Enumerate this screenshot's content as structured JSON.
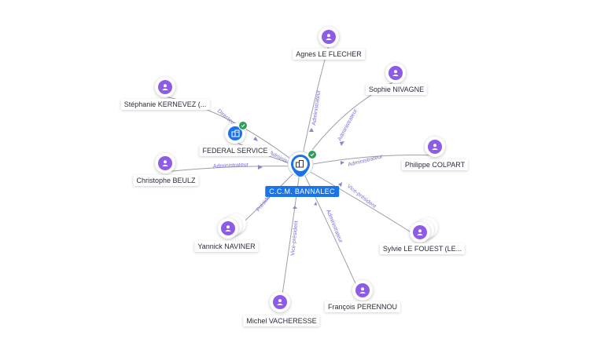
{
  "center": {
    "name": "C.C.M. BANNALEC",
    "icon": "company-icon",
    "verified": true
  },
  "federal": {
    "name": "FEDERAL SERVICE",
    "icon": "company-icon",
    "verified": true
  },
  "persons": [
    {
      "key": "agnes",
      "name": "Agnes LE FLECHER",
      "role": "Administrateur"
    },
    {
      "key": "sophie",
      "name": "Sophie NIVAGNE",
      "role": "Administrateur"
    },
    {
      "key": "philippe",
      "name": "Philippe COLPART",
      "role": "Administrateur"
    },
    {
      "key": "sylvie",
      "name": "Sylvie LE FOUEST (LE...",
      "role": "Vice-président"
    },
    {
      "key": "francois",
      "name": "François PERENNOU",
      "role": "Administrateur"
    },
    {
      "key": "michel",
      "name": "Michel VACHERESSE",
      "role": "Vice-président"
    },
    {
      "key": "yannick",
      "name": "Yannick NAVINER",
      "role": "Président"
    },
    {
      "key": "christophe",
      "name": "Christophe BEULZ",
      "role": "Administrateur"
    },
    {
      "key": "stephanie",
      "name": "Stéphanie KERNEVEZ (...",
      "role": "Directeur"
    }
  ],
  "federal_edge_role": "Administrateur",
  "colors": {
    "person": "#8c5be8",
    "company": "#1a73e8",
    "edge": "#9aa0a6",
    "edge_label": "#7a6fd6",
    "verified": "#2e9e5b"
  }
}
